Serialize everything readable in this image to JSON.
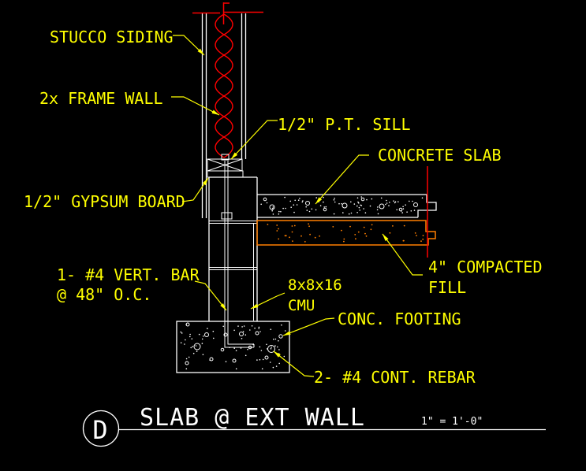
{
  "drawing": {
    "labels": {
      "stucco_siding": "STUCCO SIDING",
      "frame_wall": "2x FRAME WALL",
      "pt_sill": "1/2\" P.T. SILL",
      "concrete_slab": "CONCRETE SLAB",
      "gypsum_board": "1/2\" GYPSUM BOARD",
      "compacted_fill": [
        "4\" COMPACTED",
        "FILL"
      ],
      "vert_bar": [
        "1- #4 VERT. BAR",
        "@ 48\" O.C."
      ],
      "cmu": [
        "8x8x16",
        "CMU"
      ],
      "conc_footing": "CONC. FOOTING",
      "cont_rebar": "2- #4 CONT. REBAR"
    },
    "title_block": {
      "detail_letter": "D",
      "title": "SLAB @ EXT WALL",
      "scale": "1\" = 1'-0\""
    },
    "colors": {
      "background": "#000000",
      "annotation": "#FFFF00",
      "linework": "#FFFFFF",
      "insulation_hatch": "#FF0000",
      "fill_hatch": "#FF7F00"
    }
  }
}
